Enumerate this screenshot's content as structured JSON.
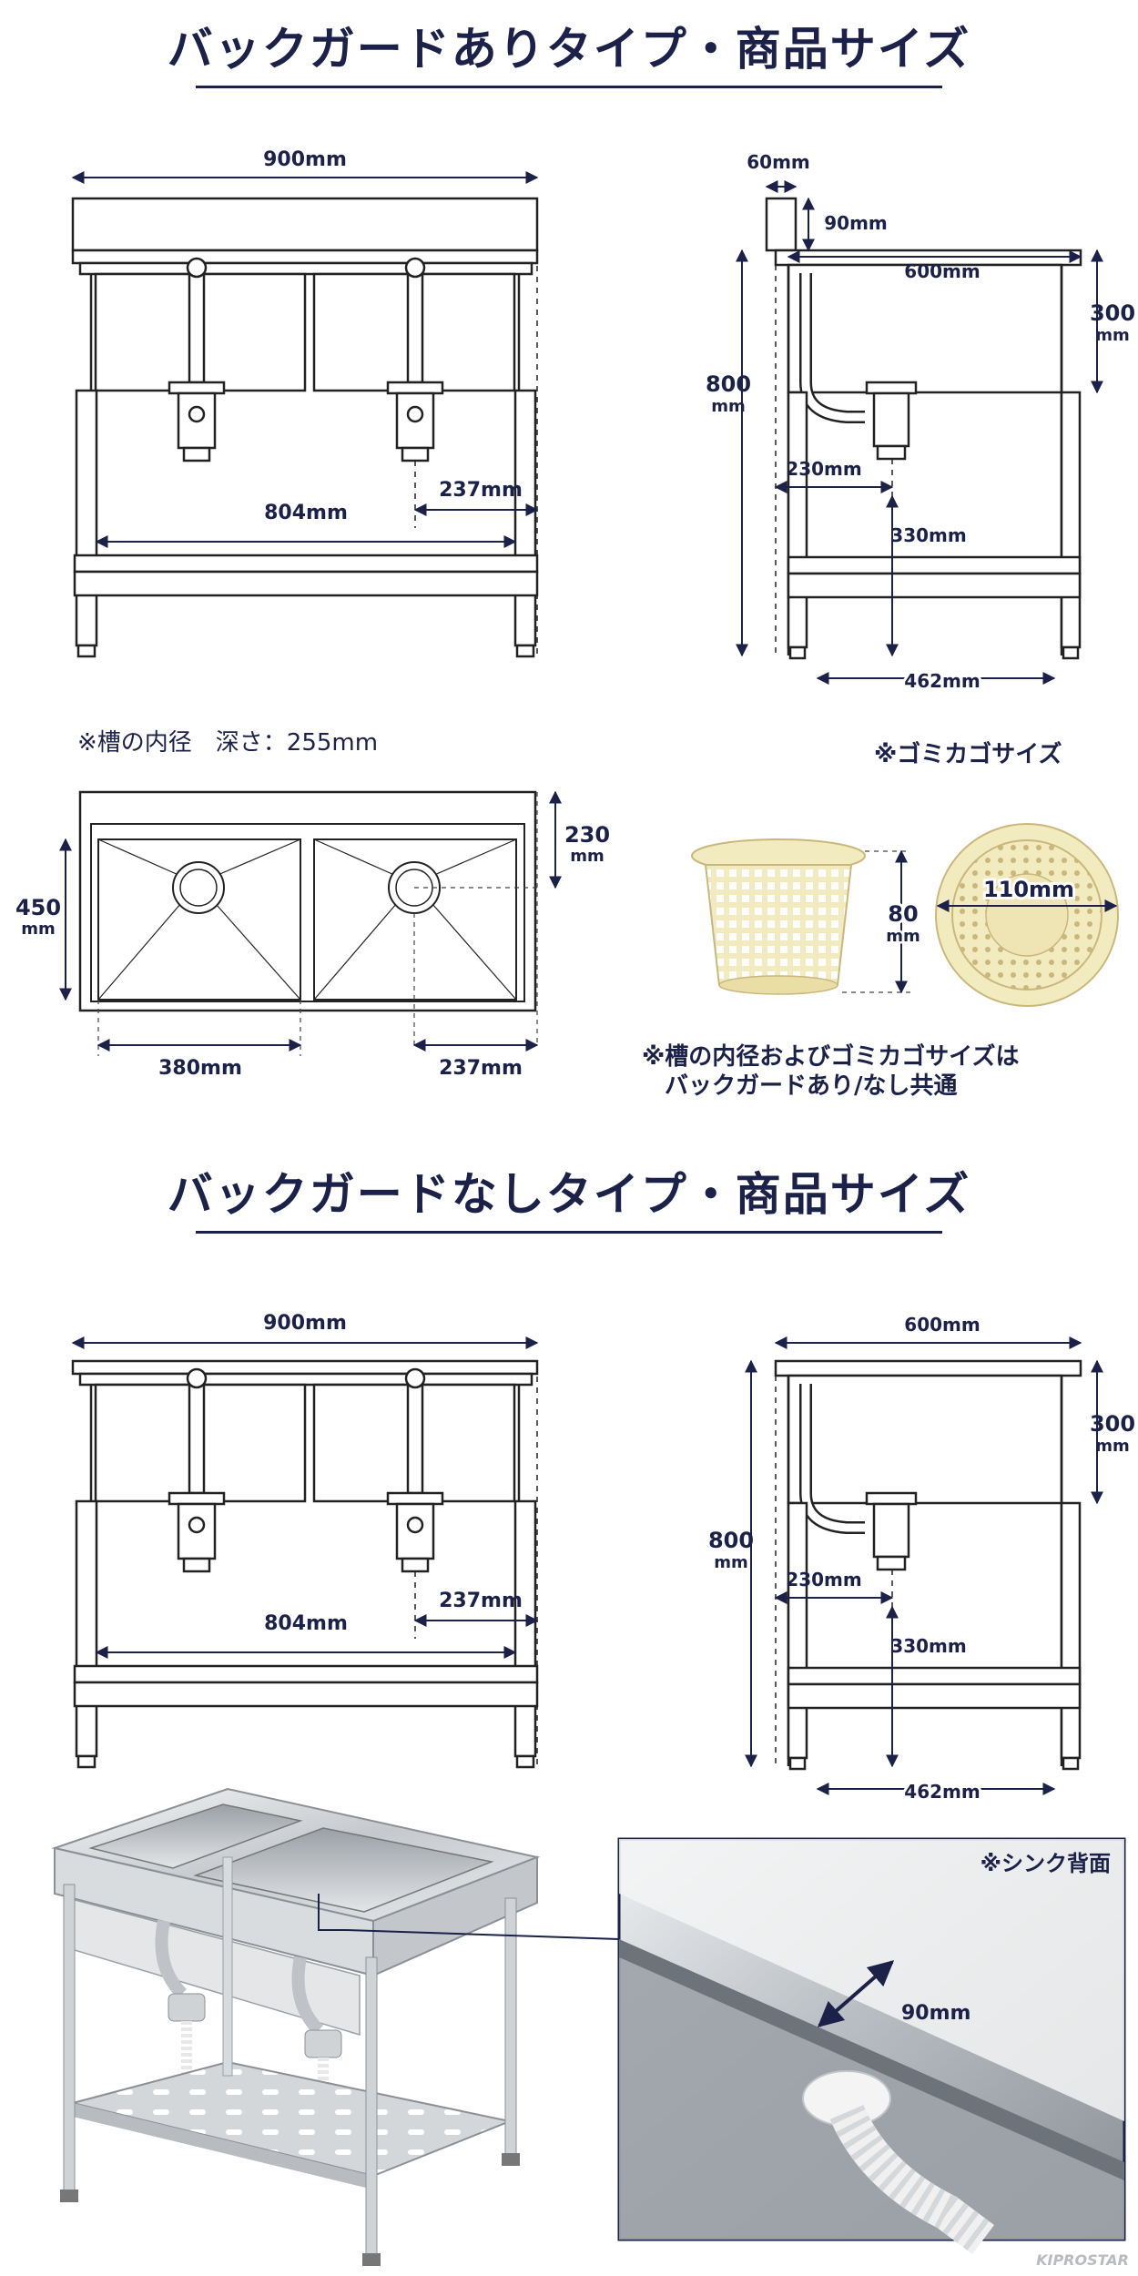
{
  "section1": {
    "title": "バックガードありタイプ・商品サイズ",
    "front": {
      "width": "900mm",
      "inner_span": "804mm",
      "drain_offset": "237mm"
    },
    "side": {
      "backguard_width": "60mm",
      "backguard_height": "90mm",
      "depth": "600mm",
      "sink_depth_num": "300",
      "sink_depth_unit": "mm",
      "height_num": "800",
      "height_unit": "mm",
      "drain_pos": "230mm",
      "shelf_height": "330mm",
      "leg_span": "462mm"
    },
    "depth_note": "※槽の内径　深さ：255mm",
    "top": {
      "back_num": "230",
      "back_unit": "mm",
      "inner_depth_num": "450",
      "inner_depth_unit": "mm",
      "bowl_width": "380mm",
      "drain_offset": "237mm"
    },
    "basket": {
      "title": "※ゴミカゴサイズ",
      "height_num": "80",
      "height_unit": "mm",
      "diameter": "110mm"
    },
    "common_note_line1": "※槽の内径およびゴミカゴサイズは",
    "common_note_line2": "バックガードあり/なし共通"
  },
  "section2": {
    "title": "バックガードなしタイプ・商品サイズ",
    "front": {
      "width": "900mm",
      "inner_span": "804mm",
      "drain_offset": "237mm"
    },
    "side": {
      "depth": "600mm",
      "sink_depth_num": "300",
      "sink_depth_unit": "mm",
      "height_num": "800",
      "height_unit": "mm",
      "drain_pos": "230mm",
      "shelf_height": "330mm",
      "leg_span": "462mm"
    }
  },
  "photo": {
    "back_label": "※シンク背面",
    "gap": "90mm",
    "brand": "KIPROSTAR"
  },
  "colors": {
    "navy": "#1b2148",
    "line": "#222222",
    "basket": "#f2ebbf"
  }
}
